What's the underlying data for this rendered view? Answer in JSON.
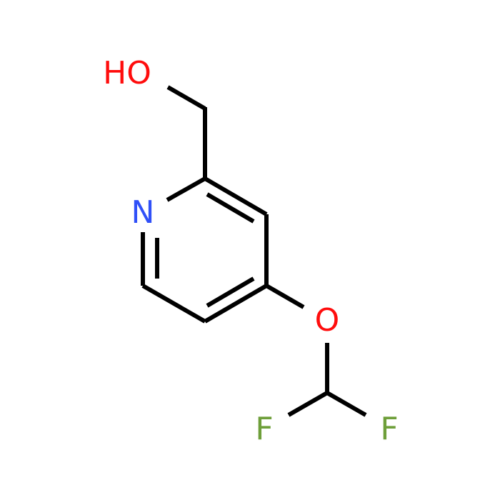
{
  "molecule": {
    "atoms": {
      "hydroxyl": {
        "label": "HO",
        "color": "#ff0d0d"
      },
      "ring_nitrogen": {
        "label": "N",
        "color": "#3050f8"
      },
      "ether_oxygen": {
        "label": "O",
        "color": "#ff0d0d"
      },
      "fluorine_left": {
        "label": "F",
        "color": "#6e9f3a"
      },
      "fluorine_right": {
        "label": "F",
        "color": "#6e9f3a"
      }
    },
    "bond_color": "#000000"
  }
}
